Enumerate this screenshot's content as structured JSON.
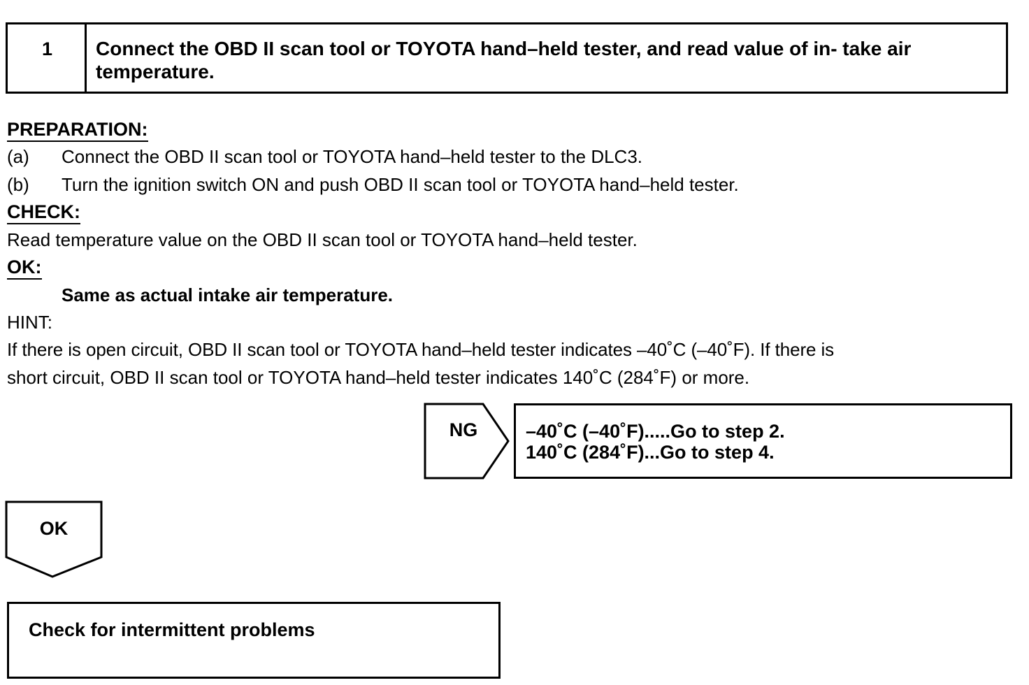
{
  "step": {
    "number": "1",
    "title": "Connect the OBD II scan tool or TOYOTA hand–held tester, and read value of in- take air temperature."
  },
  "preparation": {
    "heading": "PREPARATION:",
    "items": [
      {
        "label": "(a)",
        "text": "Connect the OBD II scan tool or TOYOTA hand–held tester to the DLC3."
      },
      {
        "label": "(b)",
        "text": "Turn the ignition switch ON and push OBD II scan tool or TOYOTA hand–held tester."
      }
    ]
  },
  "check": {
    "heading": "CHECK:",
    "text": "Read temperature value on the OBD II scan tool or TOYOTA hand–held tester."
  },
  "ok_spec": {
    "heading": "OK:",
    "text": "Same as actual intake air temperature."
  },
  "hint": {
    "heading": "HINT:",
    "lines": [
      "If there is open circuit, OBD II scan tool or TOYOTA hand–held tester indicates –40˚C (–40˚F). If there is",
      "short circuit, OBD II scan tool or TOYOTA hand–held tester  indicates 140˚C (284˚F) or more."
    ]
  },
  "ng_flow": {
    "label": "NG",
    "results": [
      "–40˚C (–40˚F).....Go to step 2.",
      "140˚C (284˚F)...Go to step 4."
    ]
  },
  "ok_flow": {
    "label": "OK",
    "next_step": "Check for intermittent problems"
  }
}
